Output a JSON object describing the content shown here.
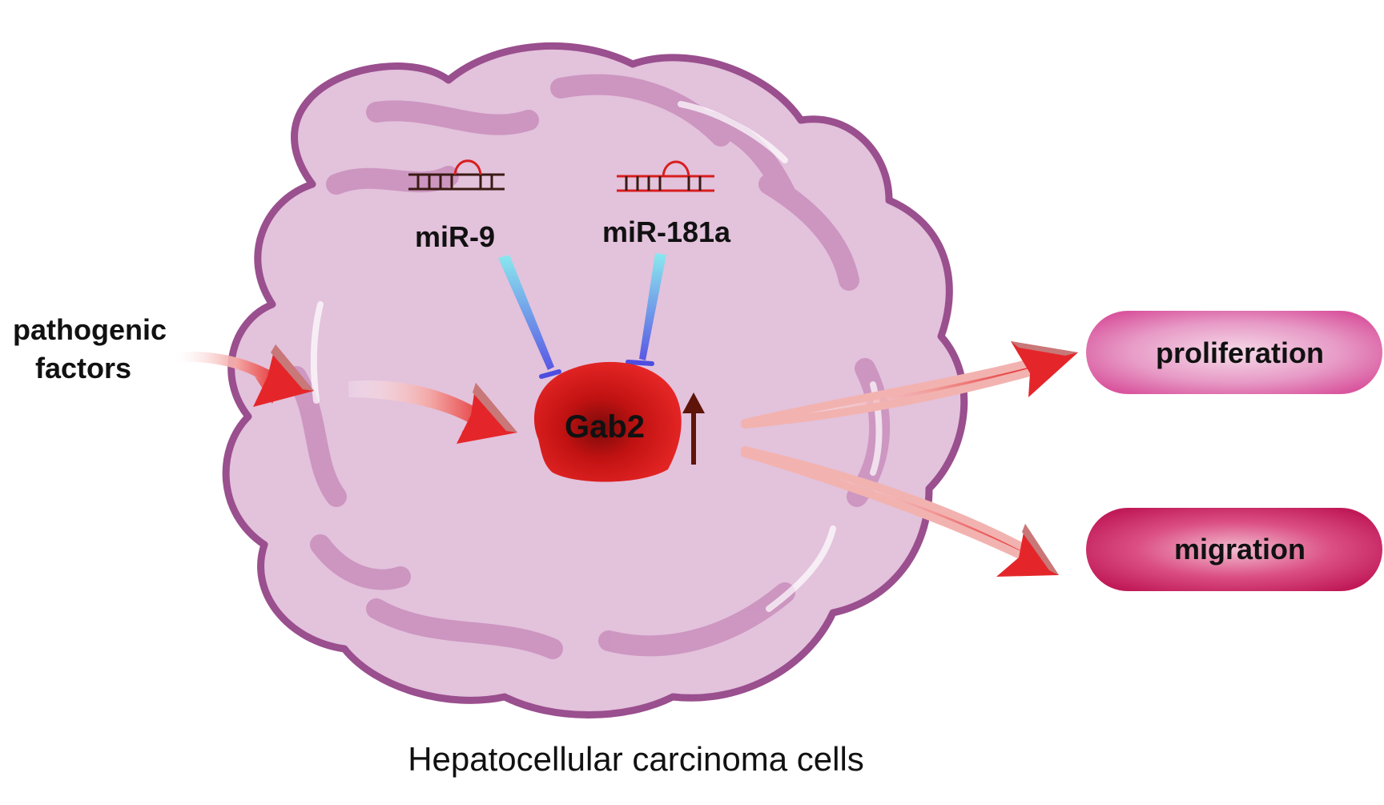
{
  "diagram": {
    "input_label_line1": "pathogenic",
    "input_label_line2": "factors",
    "mirna_left": "miR-9",
    "mirna_right": "miR-181a",
    "target": "Gab2",
    "target_change": "up",
    "outcome_top": "proliferation",
    "outcome_bottom": "migration",
    "caption": "Hepatocellular carcinoma cells"
  },
  "colors": {
    "cell_fill": "#e3c2dc",
    "cell_edge": "#9a4f8e",
    "cell_fold": "#c98fbd",
    "gab2": "#d5121b",
    "arrow_red": "#e4262a",
    "inhibition_bar": "#4d4de0",
    "proliferation_pill": "#dd66a8",
    "migration_pill": "#c81e5e",
    "up_arrow": "#5e1408",
    "mirna_left_strand": "#3a1a12",
    "mirna_right_strand": "#d81e1e"
  },
  "icons": {
    "mirna": "mirna-hairpin-icon",
    "inhibition": "inhibition-t-bar-icon",
    "increase": "up-arrow-icon"
  }
}
